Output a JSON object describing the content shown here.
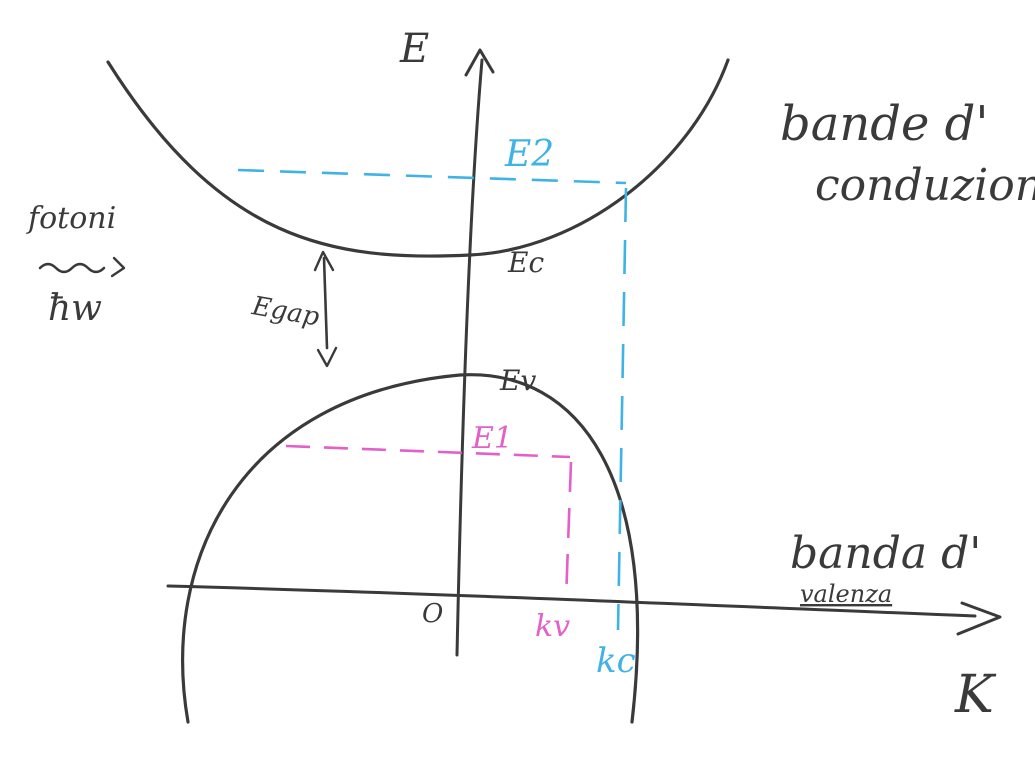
{
  "axes": {
    "y_label": "E",
    "x_label": "K",
    "origin_label": "O"
  },
  "bands": {
    "conduction_label_line1": "bande d'",
    "conduction_label_line2": "conduzione",
    "valence_label_line1": "banda d'",
    "valence_label_line2": "valenza"
  },
  "levels": {
    "ec": "Ec",
    "ev": "Ev",
    "egap": "Egap",
    "e2": "E2",
    "e1": "E1",
    "kv": "kv",
    "kc": "kc"
  },
  "photon": {
    "line1": "fotoni",
    "line2": "~~>",
    "line3": "ħw"
  },
  "colors": {
    "ink": "#3a3a3a",
    "blue": "#3fb3e6",
    "magenta": "#e35fc9"
  }
}
